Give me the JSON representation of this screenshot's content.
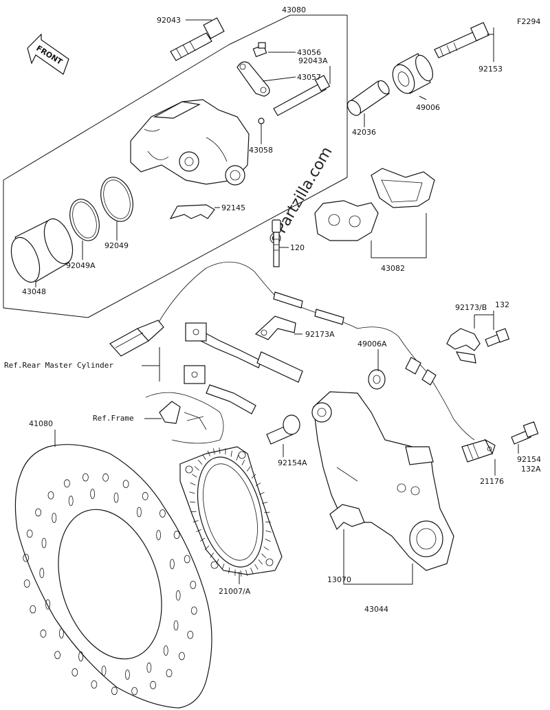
{
  "diagram_code": "F2294",
  "front_label": "FRONT",
  "watermark": "©Partzilla.com",
  "parts": [
    {
      "id": "p_92043",
      "label": "92043"
    },
    {
      "id": "p_43080",
      "label": "43080"
    },
    {
      "id": "p_43056",
      "label": "43056"
    },
    {
      "id": "p_92043A",
      "label": "92043A"
    },
    {
      "id": "p_43057",
      "label": "43057"
    },
    {
      "id": "p_43058",
      "label": "43058"
    },
    {
      "id": "p_92153",
      "label": "92153"
    },
    {
      "id": "p_49006",
      "label": "49006"
    },
    {
      "id": "p_42036",
      "label": "42036"
    },
    {
      "id": "p_92145",
      "label": "92145"
    },
    {
      "id": "p_92049",
      "label": "92049"
    },
    {
      "id": "p_92049A",
      "label": "92049A"
    },
    {
      "id": "p_43048",
      "label": "43048"
    },
    {
      "id": "p_120",
      "label": "120"
    },
    {
      "id": "p_43082",
      "label": "43082"
    },
    {
      "id": "p_92173B",
      "label": "92173/B"
    },
    {
      "id": "p_132",
      "label": "132"
    },
    {
      "id": "p_92173A",
      "label": "92173A"
    },
    {
      "id": "p_49006A",
      "label": "49006A"
    },
    {
      "id": "p_41080",
      "label": "41080"
    },
    {
      "id": "p_92154A",
      "label": "92154A"
    },
    {
      "id": "p_92154",
      "label": "92154"
    },
    {
      "id": "p_132A",
      "label": "132A"
    },
    {
      "id": "p_21176",
      "label": "21176"
    },
    {
      "id": "p_13070",
      "label": "13070"
    },
    {
      "id": "p_21007A",
      "label": "21007/A"
    },
    {
      "id": "p_43044",
      "label": "43044"
    }
  ],
  "references": {
    "rear_master_cylinder": "Ref.Rear Master Cylinder",
    "frame": "Ref.Frame"
  }
}
